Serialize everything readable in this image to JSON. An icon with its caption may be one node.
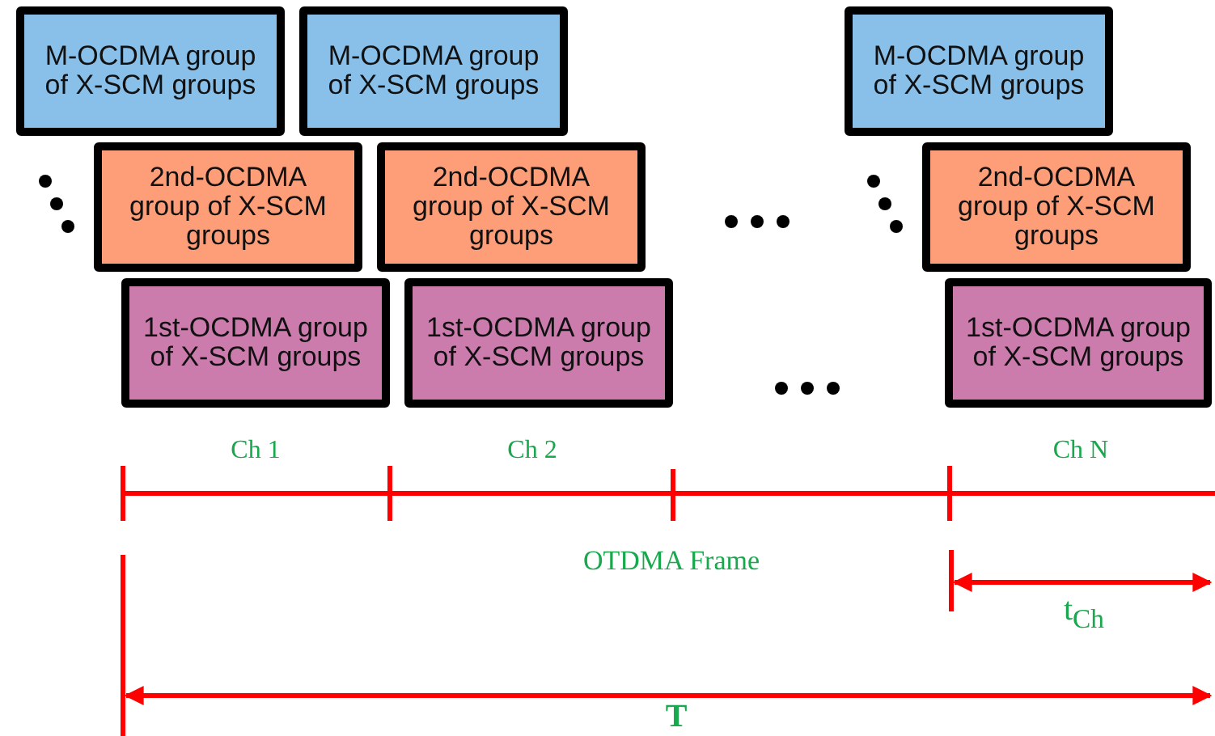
{
  "diagram": {
    "nodes": [
      {
        "text": [
          "M-OCDMA group of X-SCM groups"
        ]
      },
      {
        "text": [
          "2nd-OCDMA group of X-SCM groups"
        ]
      },
      {
        "text": [
          "1st-OCDMA group of X-SCM groups"
        ]
      },
      {
        "text": [
          "M-OCDMA group of X-SCM groups"
        ]
      },
      {
        "text": [
          "2nd-OCDMA group of X-SCM groups"
        ]
      },
      {
        "text": [
          "1st-OCDMA group of X-SCM groups"
        ]
      },
      {
        "text": [
          "M-OCDMA group of X-SCM groups"
        ]
      },
      {
        "text": [
          "2nd-OCDMA group of X-SCM groups"
        ]
      },
      {
        "text": [
          "1st-OCDMA group of X-SCM groups"
        ]
      }
    ],
    "edges": [],
    "labels": [
      "Ch 1",
      "Ch 2",
      "Ch N",
      "OTDMA Frame",
      "t$_{Ch}$",
      "T"
    ]
  }
}
